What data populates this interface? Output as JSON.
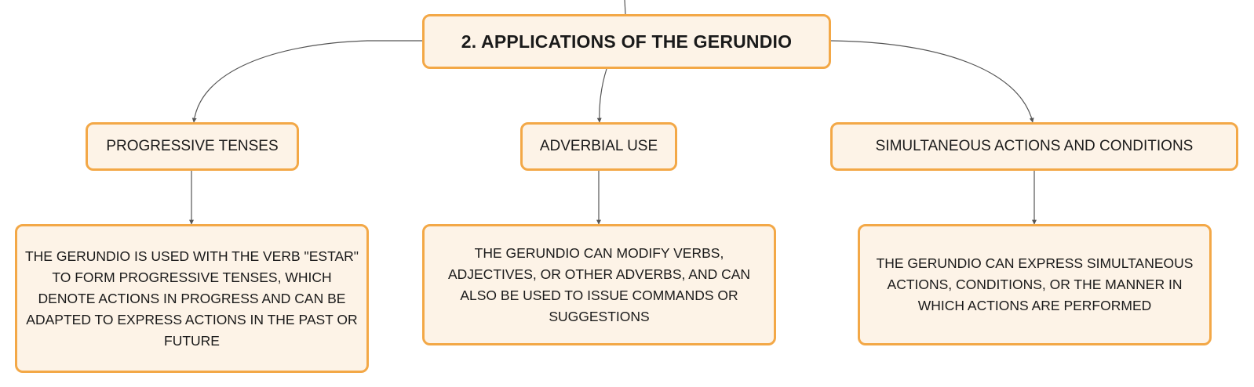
{
  "diagram": {
    "root": {
      "label": "2. APPLICATIONS OF THE GERUNDIO"
    },
    "branches": [
      {
        "label": "PROGRESSIVE TENSES",
        "detail": "THE GERUNDIO IS USED WITH THE VERB \"ESTAR\" TO FORM PROGRESSIVE TENSES, WHICH DENOTE ACTIONS IN PROGRESS AND CAN BE ADAPTED TO EXPRESS ACTIONS IN THE PAST OR FUTURE"
      },
      {
        "label": "ADVERBIAL USE",
        "detail": "THE GERUNDIO CAN MODIFY VERBS, ADJECTIVES, OR OTHER ADVERBS, AND CAN ALSO BE USED TO ISSUE COMMANDS OR SUGGESTIONS"
      },
      {
        "label": "SIMULTANEOUS ACTIONS AND CONDITIONS",
        "detail": "THE GERUNDIO CAN EXPRESS SIMULTANEOUS ACTIONS, CONDITIONS, OR THE MANNER IN WHICH ACTIONS ARE PERFORMED"
      }
    ],
    "colors": {
      "node_fill": "#fdf3e7",
      "node_border": "#f3a847",
      "connector": "#555555",
      "text": "#1a1a1a"
    }
  }
}
